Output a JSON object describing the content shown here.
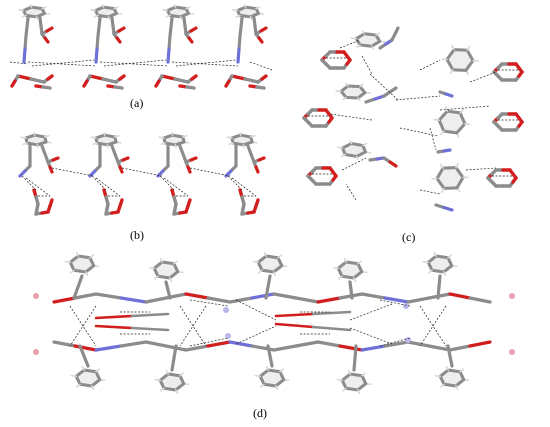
{
  "labels": {
    "a": "(a)",
    "b": "(b)",
    "c": "(c)",
    "d": "(d)"
  },
  "colors": {
    "carbon": "#8c8c8c",
    "carbon_dark": "#5a5a5a",
    "oxygen": "#d21e1e",
    "nitrogen": "#6f6fd8",
    "hydrogen": "#d8d8d8",
    "hbond": "#222222",
    "ring_fill": "#eeeeee",
    "oxygen_light": "#e8a0a8",
    "nitrogen_light": "#b8b8ec"
  }
}
